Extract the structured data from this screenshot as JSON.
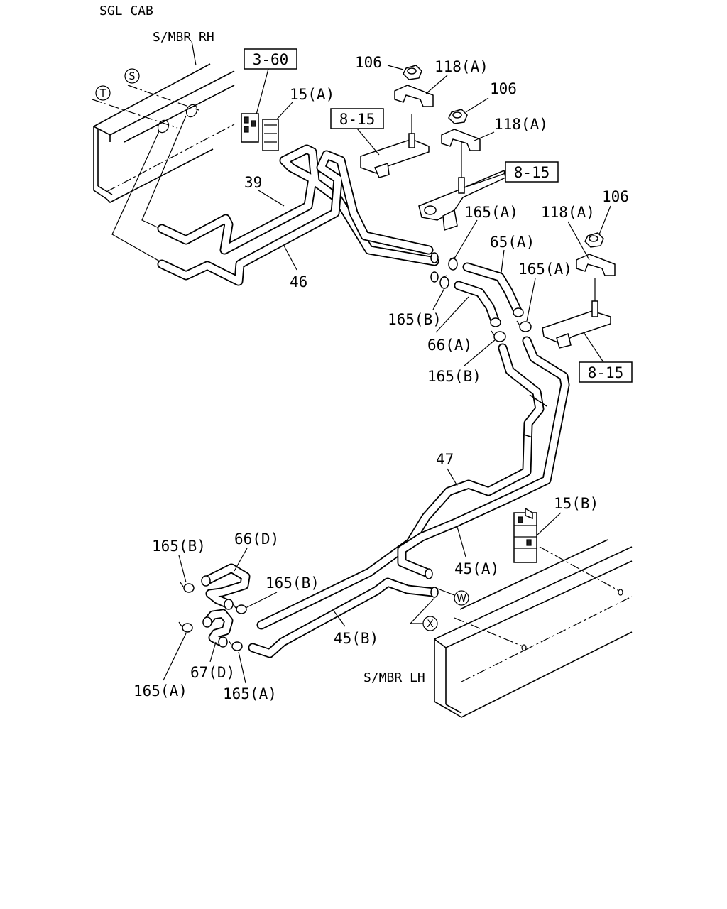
{
  "header": {
    "title": "SGL CAB"
  },
  "frame_labels": {
    "rh": "S/MBR RH",
    "lh": "S/MBR LH"
  },
  "circle_markers": {
    "s": "S",
    "t": "T",
    "w": "W",
    "x": "X"
  },
  "ref_boxes": {
    "b360": "3-60",
    "b815a": "8-15",
    "b815b": "8-15",
    "b815c": "8-15"
  },
  "parts": {
    "p106a": "106",
    "p106b": "106",
    "p106c": "106",
    "p118a1": "118(A)",
    "p118a2": "118(A)",
    "p118a3": "118(A)",
    "p15a": "15(A)",
    "p15b": "15(B)",
    "p39": "39",
    "p46": "46",
    "p47": "47",
    "p65a": "65(A)",
    "p66a": "66(A)",
    "p66d": "66(D)",
    "p67d": "67(D)",
    "p45a": "45(A)",
    "p45b": "45(B)",
    "p165a_1": "165(A)",
    "p165a_2": "165(A)",
    "p165a_3": "165(A)",
    "p165a_4": "165(A)",
    "p165b_1": "165(B)",
    "p165b_2": "165(B)",
    "p165b_3": "165(B)",
    "p165b_4": "165(B)"
  },
  "colors": {
    "ink": "#000000",
    "paper": "#ffffff"
  }
}
